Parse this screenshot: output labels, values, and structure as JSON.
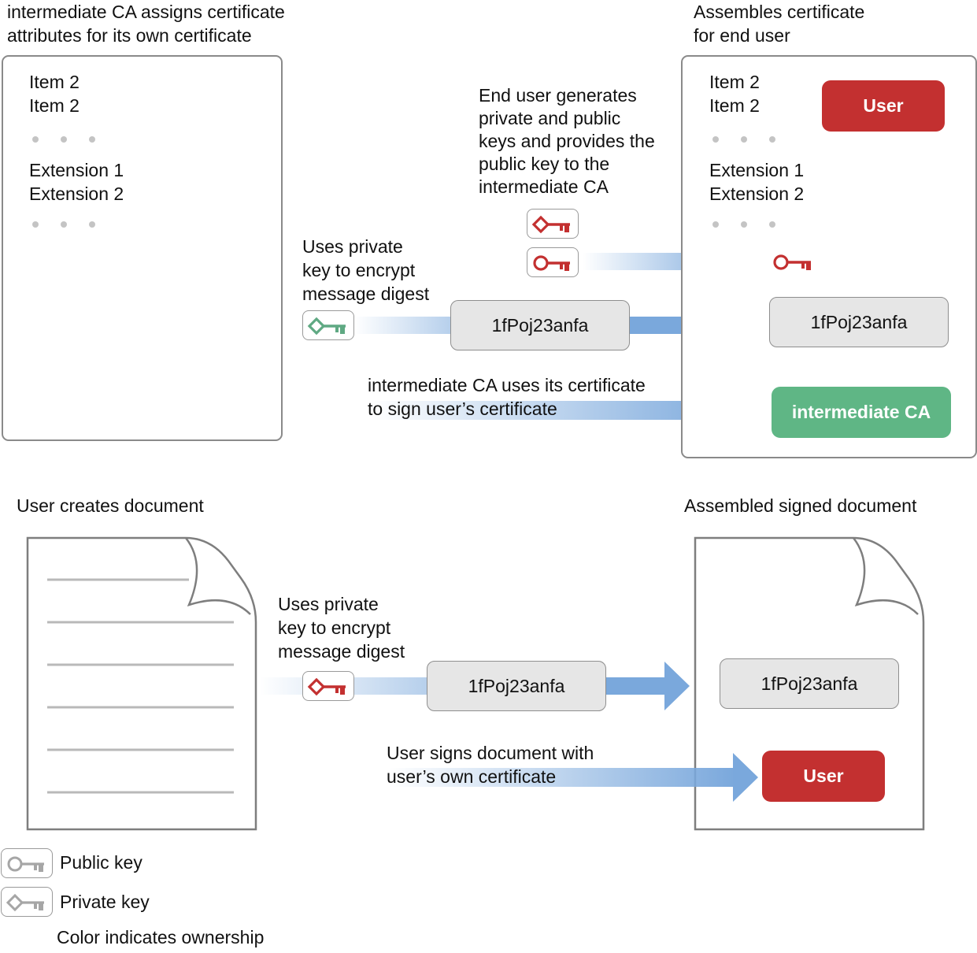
{
  "colors": {
    "user_red": "#c33030",
    "ca_green": "#5fb685",
    "arrow_blue": "#7aa8dc",
    "pill_gray": "#e6e6e6",
    "legend_gray": "#a6a6a6"
  },
  "top_left": {
    "caption": "intermediate CA assigns certificate\nattributes for its own certificate",
    "item_1": "Item 2",
    "item_2": "Item 2",
    "ext_1": "Extension 1",
    "ext_2": "Extension 2"
  },
  "top_right": {
    "caption": "Assembles certificate\nfor end user",
    "item_1": "Item 2",
    "item_2": "Item 2",
    "ext_1": "Extension 1",
    "ext_2": "Extension 2",
    "user_badge": "User",
    "digest": "1fPoj23anfa",
    "ca_badge": "intermediate CA"
  },
  "top_middle": {
    "end_user_note": "End user generates\nprivate and public\nkeys and provides the\npublic key to the\nintermediate CA",
    "encrypt_note": "Uses private\nkey to encrypt\nmessage digest",
    "digest": "1fPoj23anfa",
    "sign_note": "intermediate CA uses its certificate\nto sign user’s certificate"
  },
  "bottom": {
    "create_caption": "User creates document",
    "assembled_caption": "Assembled signed document",
    "encrypt_note": "Uses private\nkey to encrypt\nmessage digest",
    "digest": "1fPoj23anfa",
    "result_digest": "1fPoj23anfa",
    "sign_note": "User signs document with\nuser’s own certificate",
    "user_badge": "User"
  },
  "legend": {
    "public_key": "Public key",
    "private_key": "Private key",
    "ownership_note": "Color indicates ownership"
  },
  "icons": {
    "public_key": "public-key-icon",
    "private_key": "private-key-icon",
    "document": "document-icon",
    "arrow": "arrow-right-icon"
  }
}
